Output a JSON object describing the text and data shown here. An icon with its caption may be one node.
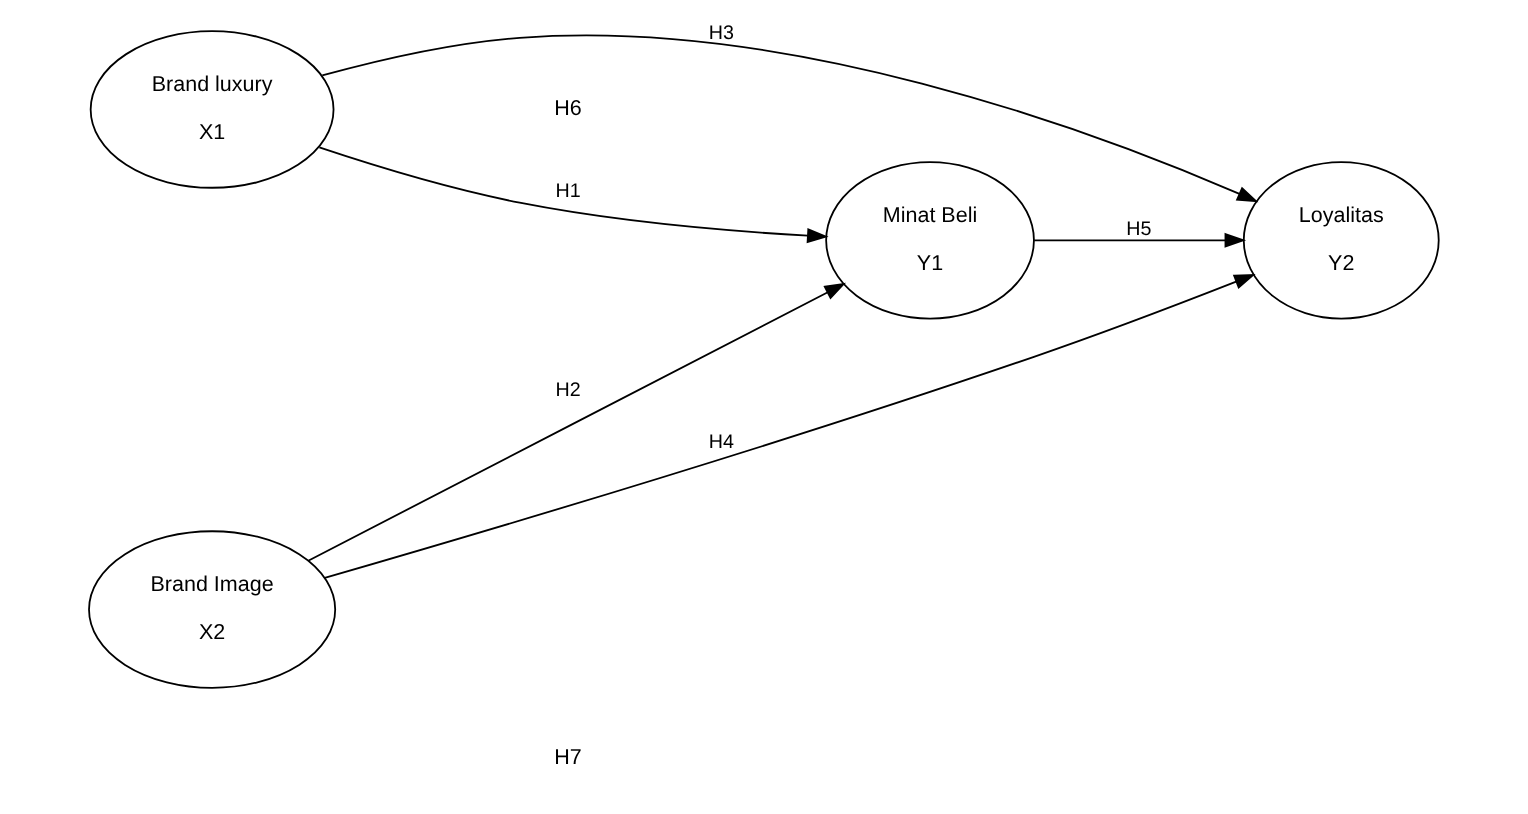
{
  "diagram": {
    "nodes": [
      {
        "text": [
          "Brand luxury",
          "X1"
        ]
      },
      {
        "text": [
          "Minat Beli",
          "Y1"
        ]
      },
      {
        "text": [
          "Loyalitas",
          "Y2"
        ]
      },
      {
        "text": [
          "Brand Image",
          "X2"
        ]
      }
    ],
    "edges": [
      {
        "from": 0,
        "to": 2,
        "arrow": "to",
        "label": "H3"
      },
      {
        "from": 0,
        "to": 1,
        "arrow": "to",
        "label": "H1"
      },
      {
        "from": 3,
        "to": 1,
        "arrow": "to",
        "label": "H2"
      },
      {
        "from": 1,
        "to": 2,
        "arrow": "to",
        "label": "H5"
      },
      {
        "from": 3,
        "to": 2,
        "arrow": "to",
        "label": "H4"
      }
    ],
    "labels": [
      "H6",
      "H7"
    ]
  }
}
